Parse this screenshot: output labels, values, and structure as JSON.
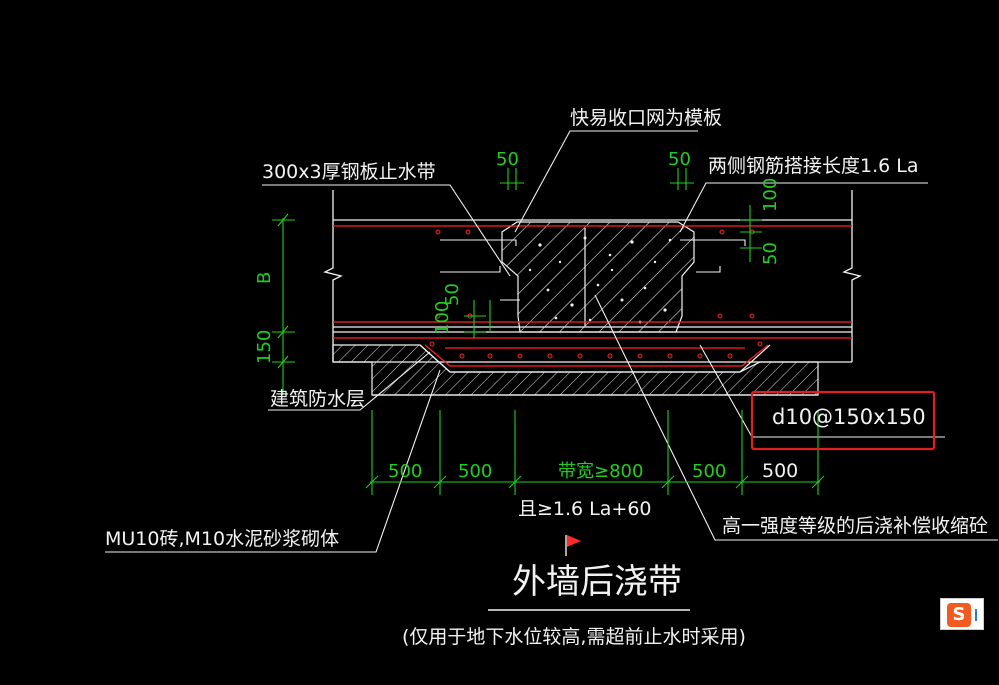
{
  "labels": {
    "formwork": "快易收口网为模板",
    "waterstop": "300x3厚钢板止水带",
    "lap": "两侧钢筋搭接长度1.6 La",
    "waterproof": "建筑防水层",
    "masonry": "MU10砖,M10水泥砂浆砌体",
    "concrete": "高一强度等级的后浇补偿收缩砼",
    "mesh": "d10@150x150"
  },
  "dims": {
    "top_left_50": "50",
    "top_right_50": "50",
    "right_100": "100",
    "right_50": "50",
    "mid_100": "100",
    "mid_50": "50",
    "B": "B",
    "h150": "150",
    "b500_1": "500",
    "b500_2": "500",
    "band_width": "带宽≥800",
    "b500_3": "500",
    "b500_4": "500",
    "band_cond": "且≥1.6 La+60"
  },
  "title": "外墙后浇带",
  "subtitle": "(仅用于地下水位较高,需超前止水时采用)",
  "colors": {
    "background": "#000000",
    "line_white": "#f2f2f2",
    "rebar_red": "#ff2020",
    "dimension_green": "#22cc22",
    "highlight_red": "#e02020",
    "flag_red": "#ff2a2a"
  },
  "icons": {
    "ime": "sogou-input-icon"
  }
}
